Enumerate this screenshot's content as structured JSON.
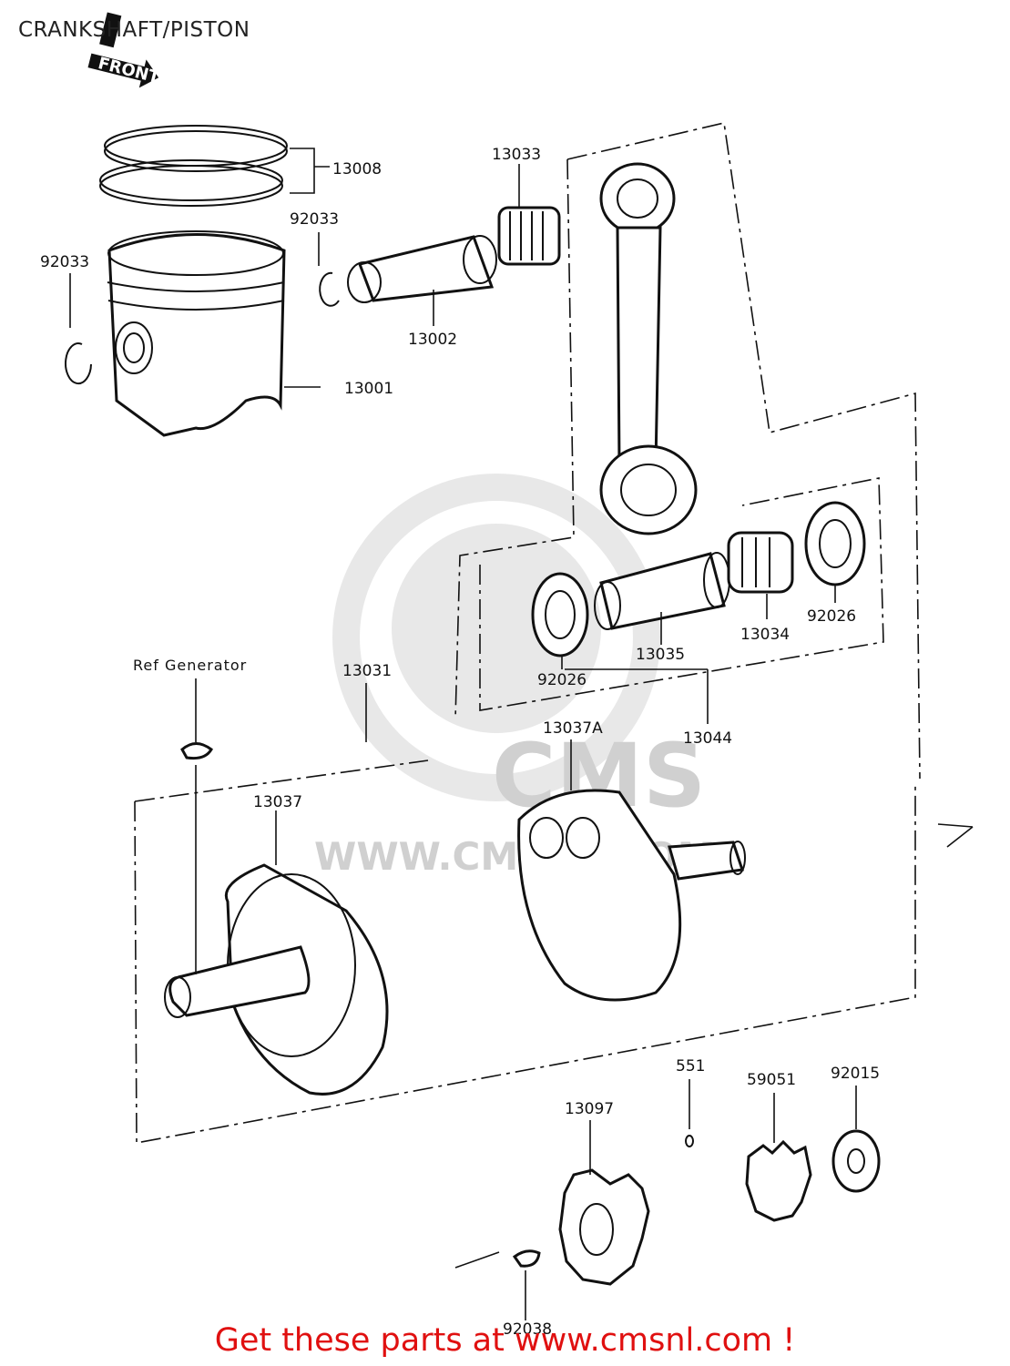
{
  "header": {
    "title": "CRANKSHAFT/PISTON"
  },
  "front_marker": {
    "text": "FRONT"
  },
  "reference": {
    "text": "Ref   Generator"
  },
  "watermark": {
    "brand": "CMS",
    "url": "WWW.CMSNL.COM"
  },
  "parts": {
    "p13008": "13008",
    "p92033a": "92033",
    "p92033b": "92033",
    "p13033": "13033",
    "p13002": "13002",
    "p13001": "13001",
    "p13031": "13031",
    "p13037A": "13037A",
    "p13044": "13044",
    "p13035": "13035",
    "p13034": "13034",
    "p92026a": "92026",
    "p92026b": "92026",
    "p13037": "13037",
    "p551": "551",
    "p59051": "59051",
    "p92015": "92015",
    "p13097": "13097",
    "p92038": "92038"
  },
  "footer": {
    "cta": "Get these parts at www.cmsnl.com !"
  },
  "colors": {
    "cta": "#e01010",
    "line": "#111111",
    "watermark": "#d6d6d6"
  }
}
